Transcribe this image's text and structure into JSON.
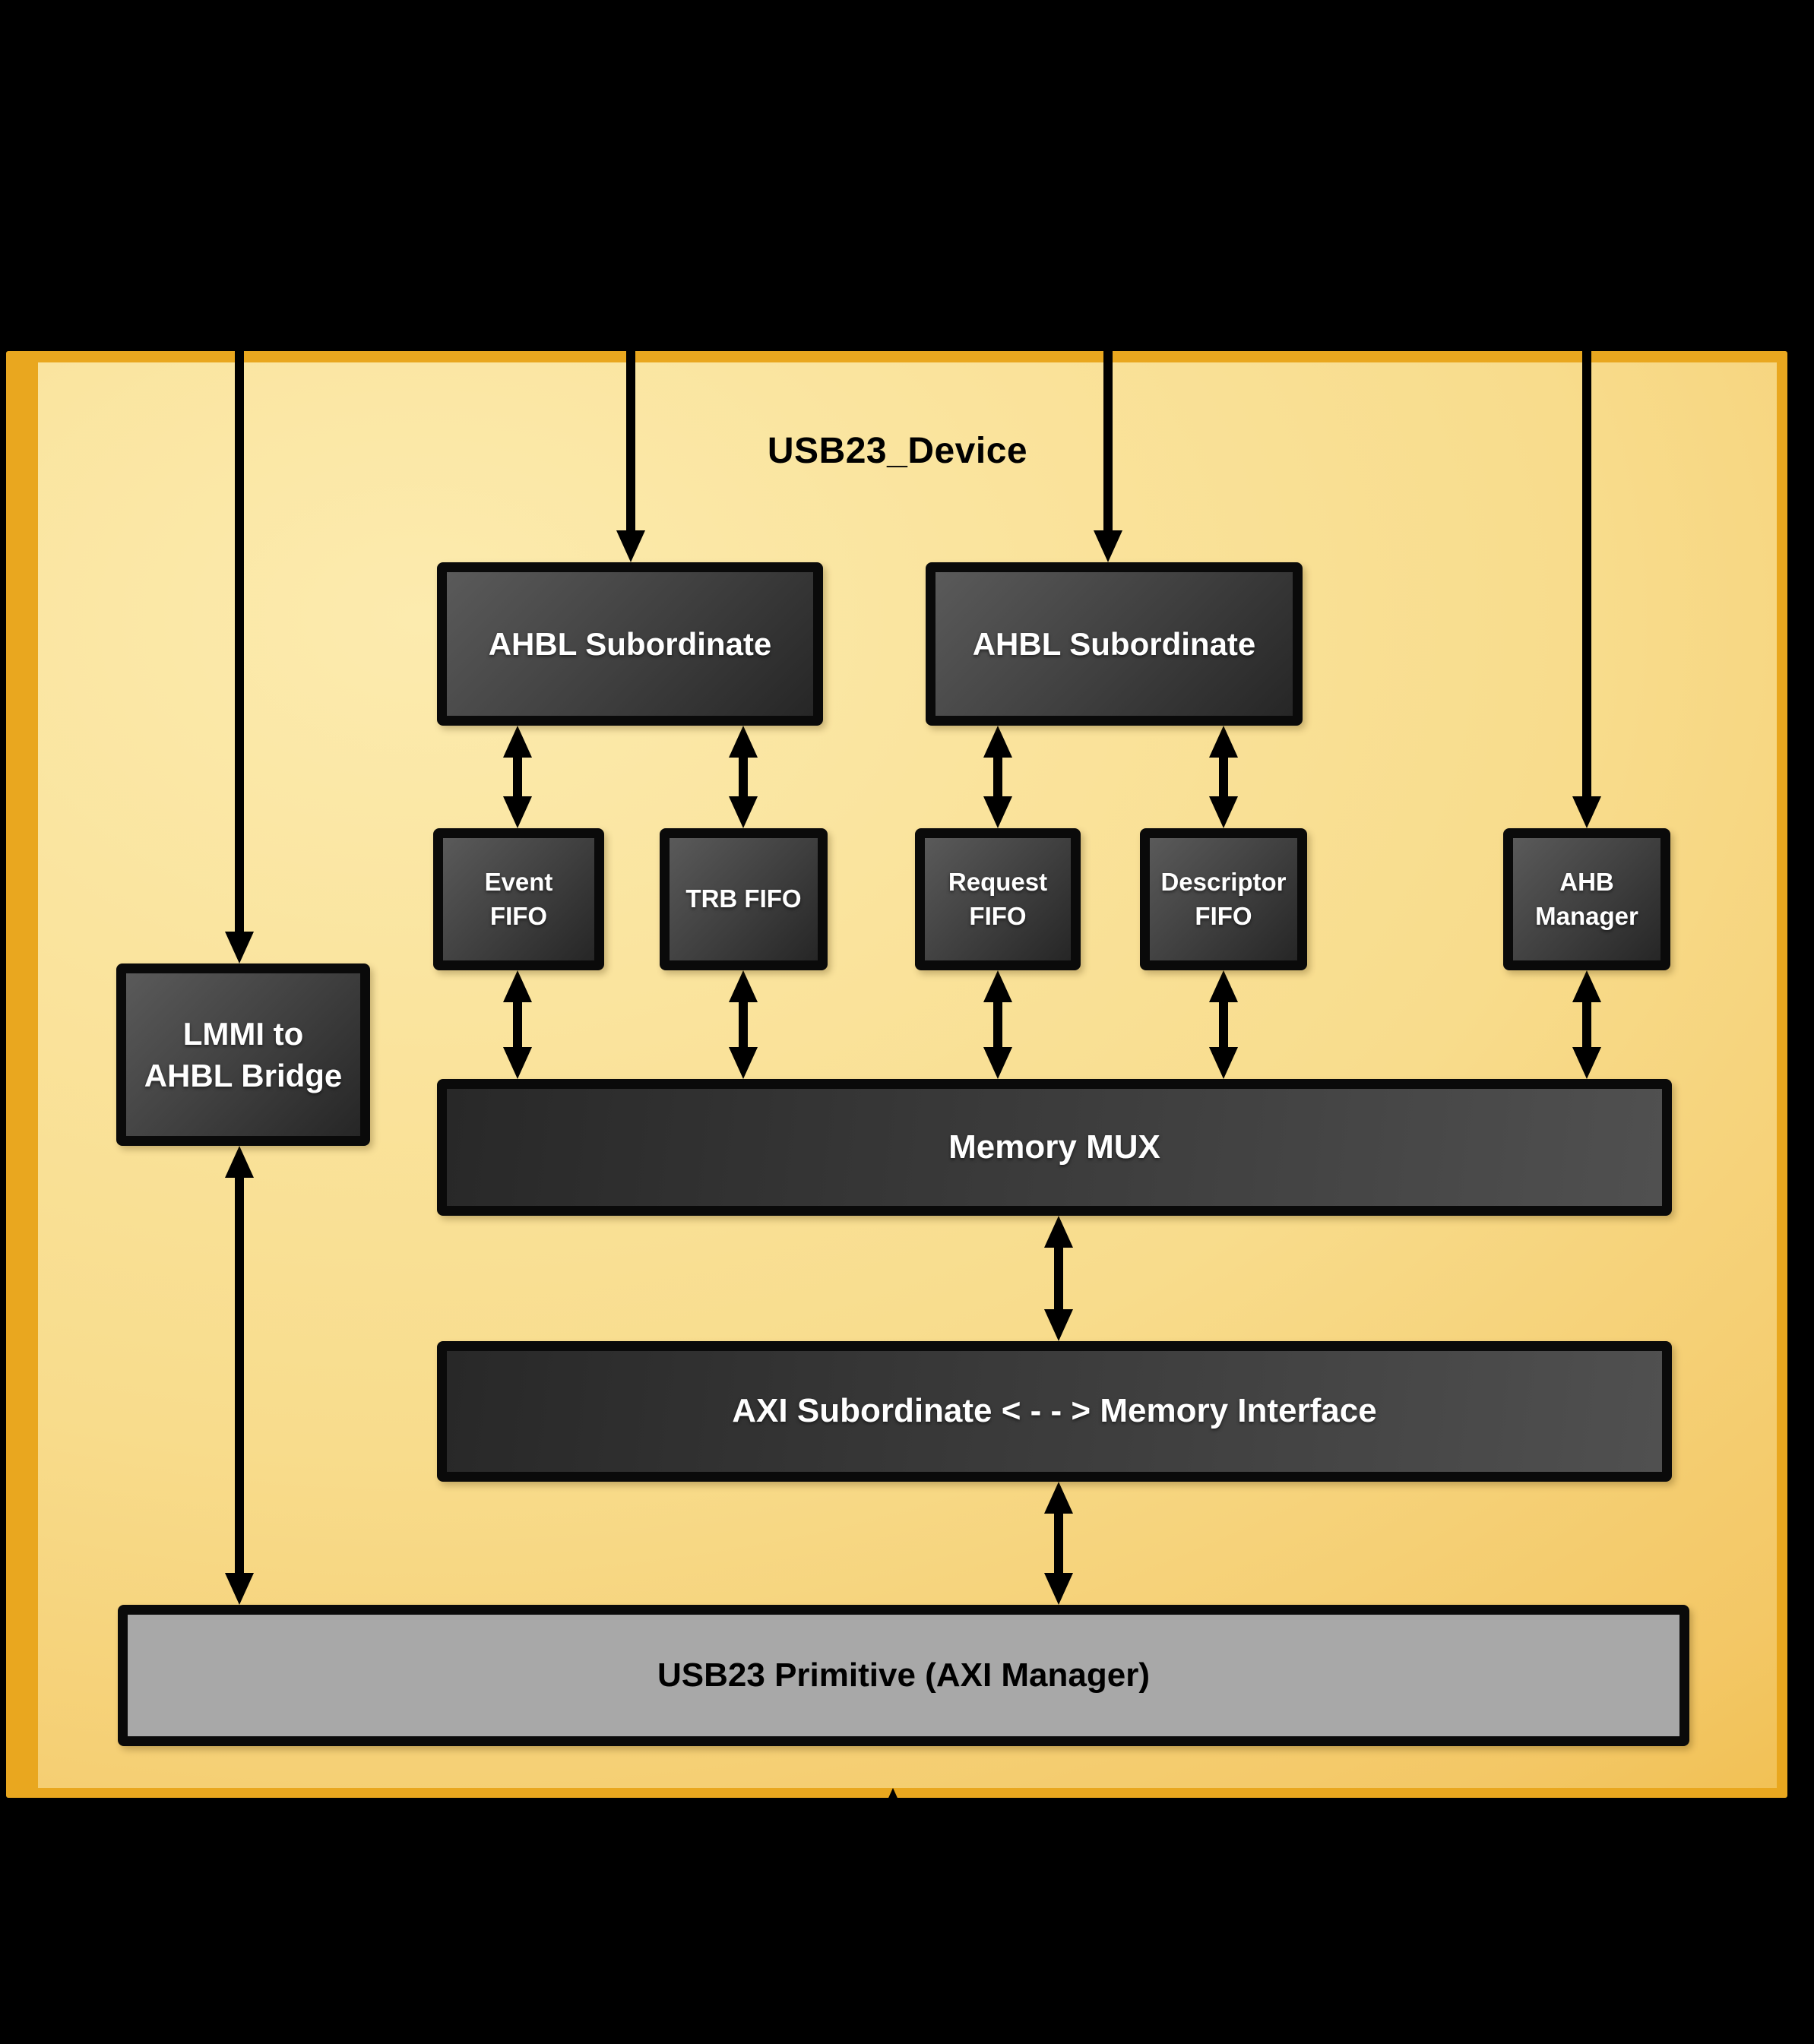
{
  "diagram": {
    "title": "USB23_Device",
    "blocks": {
      "ahbl_subordinate_1": {
        "label": "AHBL Subordinate"
      },
      "ahbl_subordinate_2": {
        "label": "AHBL Subordinate"
      },
      "event_fifo": {
        "label": "Event\nFIFO"
      },
      "trb_fifo": {
        "label": "TRB FIFO"
      },
      "request_fifo": {
        "label": "Request\nFIFO"
      },
      "descriptor_fifo": {
        "label": "Descriptor\nFIFO"
      },
      "ahb_manager": {
        "label": "AHB\nManager"
      },
      "lmmi_bridge": {
        "label": "LMMI to\nAHBL Bridge"
      },
      "memory_mux": {
        "label": "Memory MUX"
      },
      "axi_memory_interface": {
        "label": "AXI Subordinate < - - > Memory Interface"
      },
      "usb23_primitive": {
        "label": "USB23 Primitive (AXI Manager)"
      }
    },
    "colors": {
      "page_background": "#000000",
      "panel_border": "#e9a71f",
      "panel_fill_light": "#fcebae",
      "panel_fill_mid": "#f8dc8c",
      "panel_fill_deep": "#edb02a",
      "block_border": "#0a0a0a",
      "block_text": "#ffffff",
      "primitive_fill": "#a8a8a8",
      "primitive_text": "#000000",
      "arrow": "#000000",
      "title_text": "#000000"
    }
  }
}
